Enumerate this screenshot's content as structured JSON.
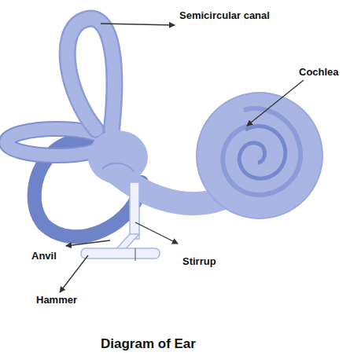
{
  "diagram": {
    "caption": "Diagram of Ear",
    "labels": [
      "Semicircular canal",
      "Cochlea",
      "Anvil",
      "Stirrup",
      "Hammer"
    ]
  }
}
